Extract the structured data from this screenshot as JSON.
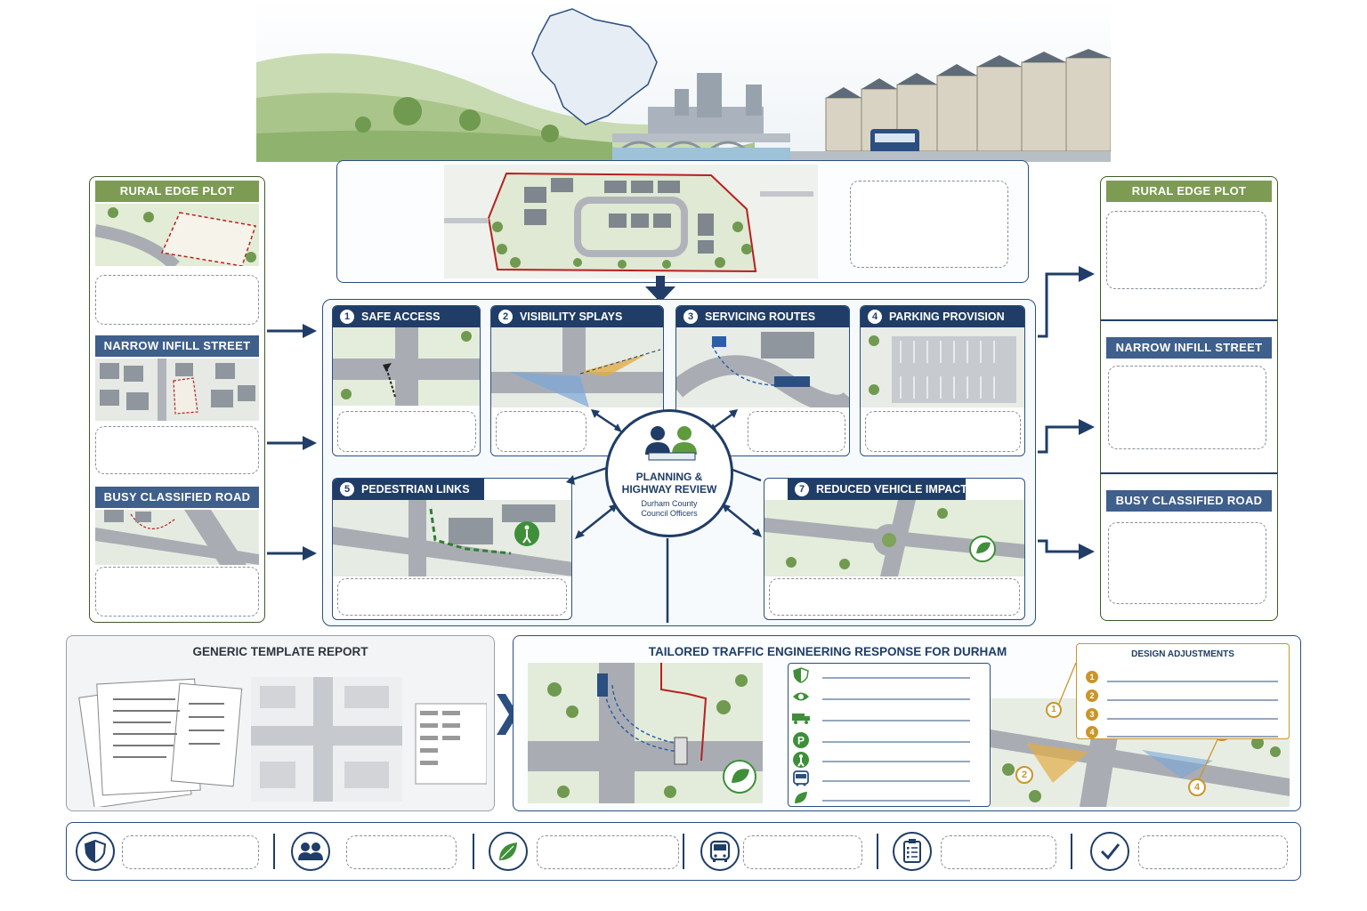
{
  "left_column": {
    "cards": [
      {
        "title": "RURAL EDGE PLOT",
        "style": "green"
      },
      {
        "title": "NARROW INFILL STREET",
        "style": "navy"
      },
      {
        "title": "BUSY CLASSIFIED ROAD",
        "style": "navy"
      }
    ]
  },
  "right_column": {
    "cards": [
      {
        "title": "RURAL EDGE PLOT",
        "style": "green"
      },
      {
        "title": "NARROW INFILL STREET",
        "style": "navy"
      },
      {
        "title": "BUSY CLASSIFIED ROAD",
        "style": "navy"
      }
    ]
  },
  "review_cards": [
    {
      "num": "1",
      "title": "SAFE ACCESS"
    },
    {
      "num": "2",
      "title": "VISIBILITY SPLAYS"
    },
    {
      "num": "3",
      "title": "SERVICING ROUTES"
    },
    {
      "num": "4",
      "title": "PARKING PROVISION"
    },
    {
      "num": "5",
      "title": "PEDESTRIAN LINKS"
    },
    {
      "num": "7",
      "title": "REDUCED VEHICLE IMPACT"
    }
  ],
  "center_hub": {
    "title": "PLANNING & HIGHWAY REVIEW",
    "subtitle": "Durham County Council Officers"
  },
  "bottom_left": {
    "title": "GENERIC TEMPLATE REPORT"
  },
  "bottom_right": {
    "title": "TAILORED TRAFFIC ENGINEERING RESPONSE FOR DURHAM",
    "design_adjustments_title": "DESIGN ADJUSTMENTS",
    "adjustment_numbers": [
      "1",
      "2",
      "3",
      "4"
    ],
    "map_markers": [
      "1",
      "2",
      "3",
      "4"
    ]
  },
  "colors": {
    "navy": "#1f3d66",
    "green": "#7d9b53",
    "gold": "#c9962a",
    "blue_header": "#3f5f8c"
  },
  "icons": {
    "checklist": [
      "shield-icon",
      "eye-icon",
      "truck-icon",
      "parking-icon",
      "pedestrian-icon",
      "bus-icon",
      "leaf-icon"
    ],
    "footer": [
      "shield-icon",
      "people-icon",
      "leaf-icon",
      "bus-icon",
      "clipboard-icon",
      "check-icon"
    ]
  }
}
